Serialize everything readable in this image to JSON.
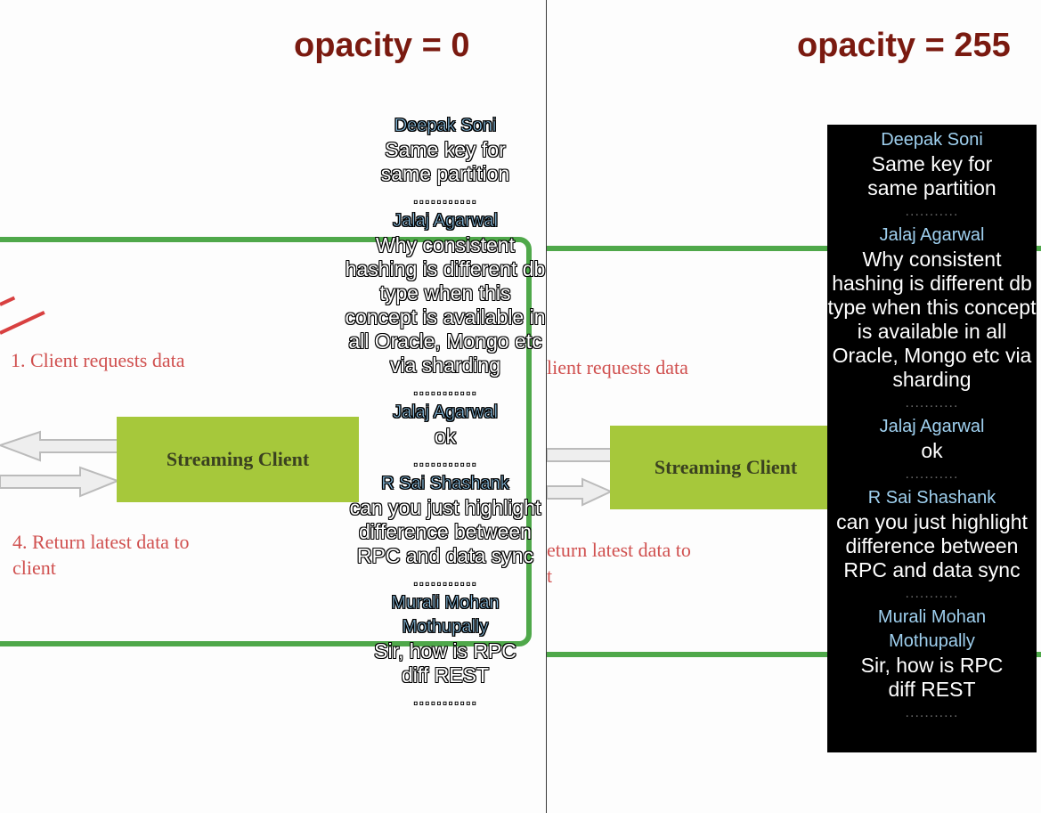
{
  "panels": {
    "left": {
      "title": "opacity = 0"
    },
    "right": {
      "title": "opacity = 255"
    }
  },
  "slide": {
    "left_step1": "1. Client requests data",
    "left_client_label": "Streaming Client",
    "left_step4_line1": "4. Return latest data to",
    "left_step4_line2": "client",
    "right_step1": "lient requests data",
    "right_client_label": "Streaming Client",
    "right_step4_line1": "eturn latest data to",
    "right_step4_line2": "t"
  },
  "chat": {
    "separator": "...........",
    "messages": [
      {
        "author": "Deepak Soni",
        "text": "Same key for same partition"
      },
      {
        "author": "Jalaj Agarwal",
        "text": "Why consistent hashing is different db type when this concept is available in all Oracle, Mongo etc via sharding"
      },
      {
        "author": "Jalaj Agarwal",
        "text": "ok"
      },
      {
        "author": "R Sai Shashank",
        "text": "can you just highlight difference between RPC and data sync"
      },
      {
        "author": "Murali Mohan Mothupally",
        "text": "Sir, how is RPC diff REST"
      }
    ]
  },
  "colors": {
    "title": "#7a1a10",
    "author": "#9fd0ef",
    "frame_green": "#4fa84a",
    "client_box": "#a6c83b",
    "slide_text_red": "#d0504f",
    "chat_bg": "#000000"
  }
}
